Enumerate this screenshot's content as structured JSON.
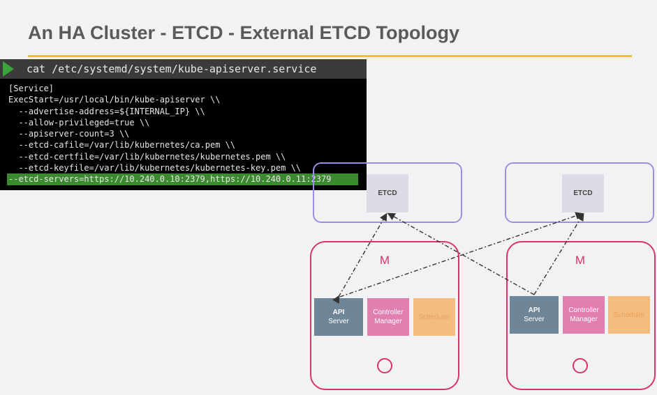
{
  "title": "An HA Cluster - ETCD - External ETCD Topology",
  "terminal": {
    "command": "cat /etc/systemd/system/kube-apiserver.service",
    "lines": [
      "[Service]",
      "ExecStart=/usr/local/bin/kube-apiserver \\\\",
      "  --advertise-address=${INTERNAL_IP} \\\\",
      "  --allow-privileged=true \\\\",
      "  --apiserver-count=3 \\\\",
      "  --etcd-cafile=/var/lib/kubernetes/ca.pem \\\\",
      "  --etcd-certfile=/var/lib/kubernetes/kubernetes.pem \\\\",
      "  --etcd-keyfile=/var/lib/kubernetes/kubernetes-key.pem \\\\"
    ],
    "highlighted": "--etcd-servers=https://10.240.0.10:2379,https://10.240.0.11:2379"
  },
  "diagram": {
    "etcd_label": "ETCD",
    "master_label": "M",
    "api_l1": "API",
    "api_l2": "Server",
    "ctl_l1": "Controller",
    "ctl_l2": "Manager",
    "scheduler": "Scheduler"
  }
}
